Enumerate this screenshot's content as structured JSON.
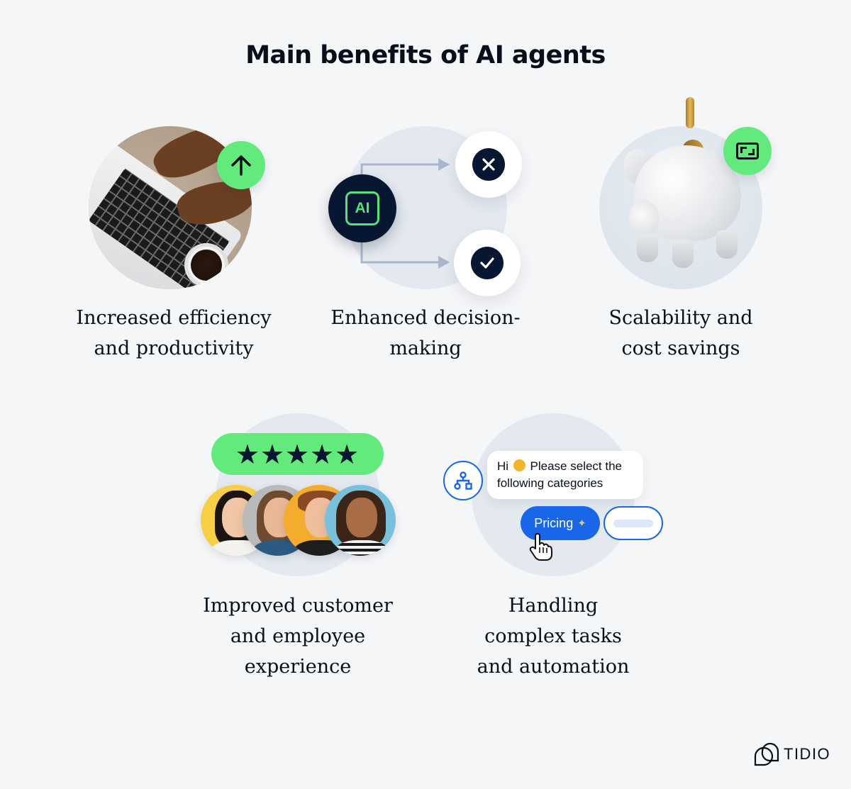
{
  "title": "Main benefits of AI agents",
  "colors": {
    "background": "#f5f6f8",
    "text": "#080f1a",
    "accent_green": "#62ea7d",
    "navy": "#071631",
    "blue": "#1a66e8",
    "circle_bg": "#e4e9f0"
  },
  "benefits": [
    {
      "caption_lines": [
        "Increased efficiency",
        "and productivity"
      ],
      "illustration": "laptop-typing-photo",
      "badge_icon": "arrow-up-icon"
    },
    {
      "caption_lines": [
        "Enhanced decision-",
        "making"
      ],
      "illustration": "ai-decision-flow",
      "ai_label": "AI",
      "outcomes": [
        "x-icon",
        "check-icon"
      ]
    },
    {
      "caption_lines": [
        "Scalability and",
        "cost savings"
      ],
      "illustration": "piggy-bank-with-coin",
      "badge_icon": "frame-expand-icon"
    },
    {
      "caption_lines": [
        "Improved customer",
        "and employee",
        "experience"
      ],
      "illustration": "five-star-rating-avatars",
      "rating_stars": "★★★★★",
      "avatar_count": 4
    },
    {
      "caption_lines": [
        "Handling",
        "complex tasks",
        "and automation"
      ],
      "illustration": "chatbot-category-selection",
      "chat_message_prefix": "Hi",
      "chat_message_rest": "Please select the",
      "chat_message_line2": "following categories",
      "option_selected": "Pricing",
      "option_emoji": "money-with-wings-icon",
      "flow_icon": "flow-chart-icon"
    }
  ],
  "logo": {
    "text": "TIDIO"
  }
}
